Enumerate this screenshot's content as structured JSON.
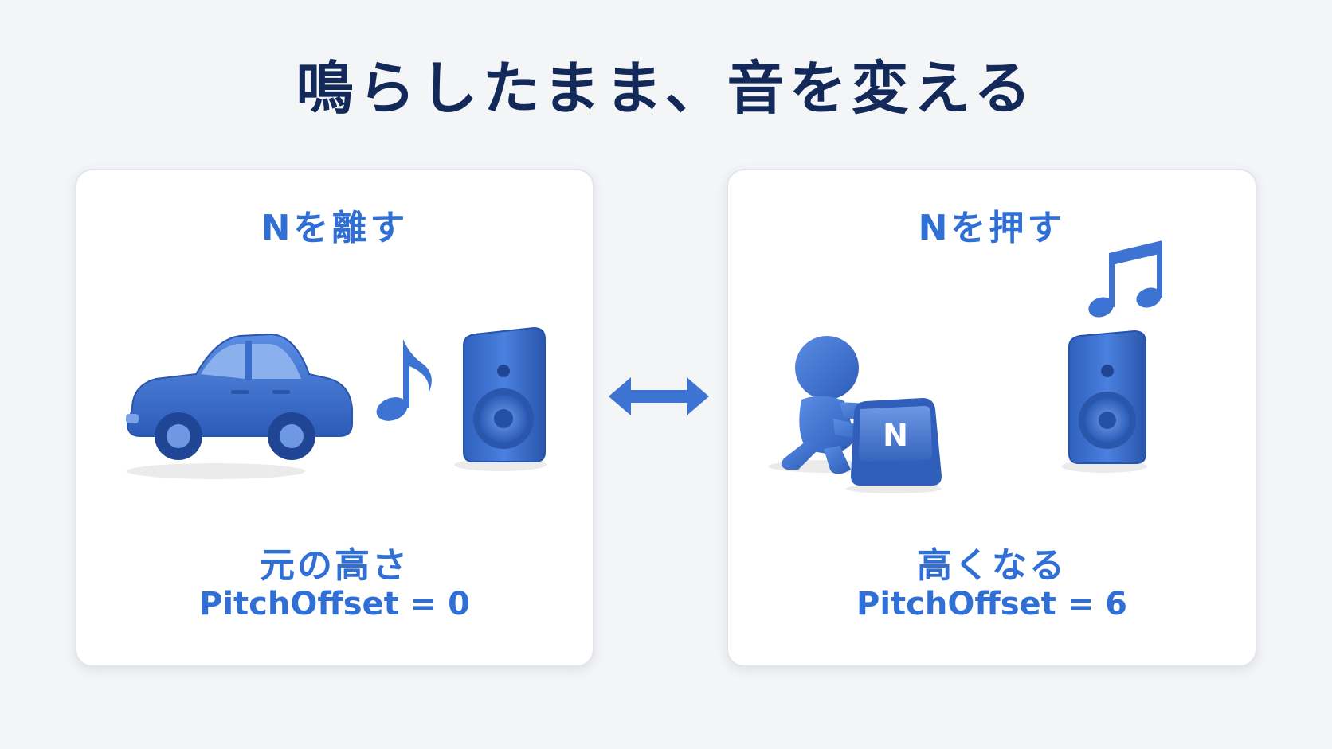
{
  "title": "鳴らしたまま、音を変える",
  "panels": [
    {
      "heading": "Nを離す",
      "state_label": "元の高さ",
      "pitch_label": "PitchOffset = 0",
      "icons": [
        "car-icon",
        "music-note-icon",
        "speaker-icon"
      ]
    },
    {
      "heading": "Nを押す",
      "state_label": "高くなる",
      "pitch_label": "PitchOffset = 6",
      "key_label": "N",
      "icons": [
        "person-icon",
        "n-key-icon",
        "music-notes-icon",
        "speaker-icon"
      ]
    }
  ],
  "colors": {
    "title": "#13295a",
    "accent": "#2f6fd6",
    "icon_fill": "#3d74d4",
    "icon_dark": "#2a58ad",
    "panel_bg": "#ffffff",
    "page_bg": "#f4f5f7"
  },
  "connector_icon": "double-arrow-icon"
}
